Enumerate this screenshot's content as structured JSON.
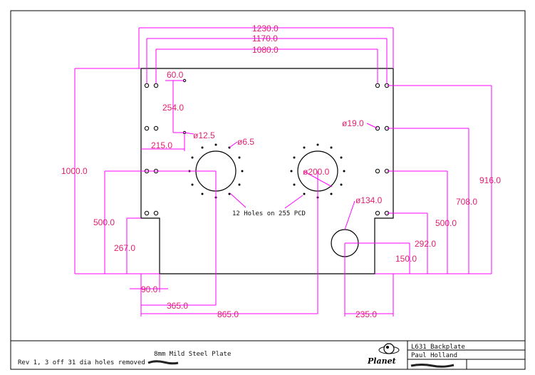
{
  "colors": {
    "dimension": "#e0206f",
    "leader": "#ff00ff",
    "outline": "#000000",
    "background": "#ffffff"
  },
  "dimensions": {
    "d1230": "1230.0",
    "d1170": "1170.0",
    "d1080": "1080.0",
    "d60": "60.0",
    "d254": "254.0",
    "d215": "215.0",
    "d1000": "1000.0",
    "d500_left": "500.0",
    "d267": "267.0",
    "d90": "90.0",
    "d365": "365.0",
    "d865": "865.0",
    "d235": "235.0",
    "d150": "150.0",
    "d292": "292.0",
    "d500_right": "500.0",
    "d708": "708.0",
    "d916": "916.0",
    "dia12_5": "ø12.5",
    "dia6_5": "ø6.5",
    "dia200": "ø200.0",
    "dia19": "ø19.0",
    "dia134": "ø134.0"
  },
  "notes": {
    "pcd": "12 Holes on 255 PCD",
    "material": "8mm Mild Steel Plate",
    "revision": "Rev 1, 3 off 31 dia holes removed"
  },
  "title_block": {
    "title": "L631 Backplate",
    "author": "Paul Holland",
    "logo_text": "Planet"
  }
}
